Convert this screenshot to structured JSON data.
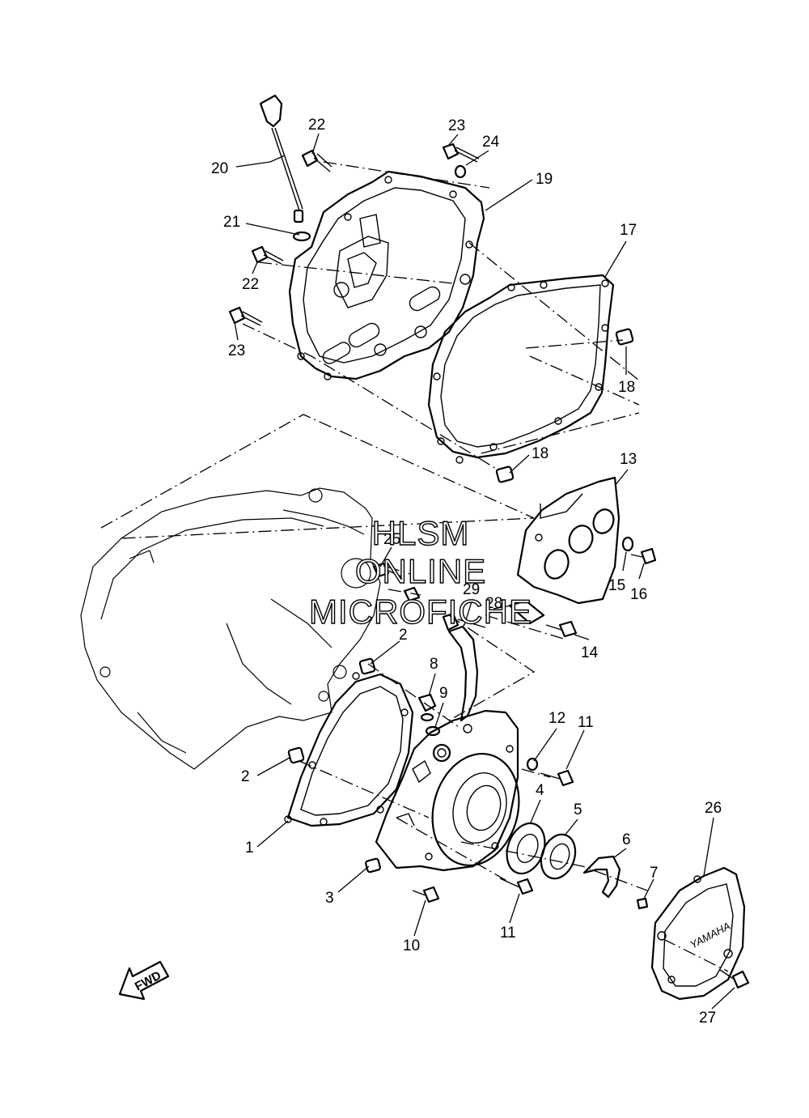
{
  "watermark": {
    "line1": "HLSM",
    "line2": "ONLINE",
    "line3": "MICROFICHE"
  },
  "direction_arrow": "FWD",
  "cover_brand": "YAMAHA",
  "callouts": [
    {
      "id": "c20",
      "label": "20"
    },
    {
      "id": "c22a",
      "label": "22"
    },
    {
      "id": "c23a",
      "label": "23"
    },
    {
      "id": "c24",
      "label": "24"
    },
    {
      "id": "c19",
      "label": "19"
    },
    {
      "id": "c21",
      "label": "21"
    },
    {
      "id": "c22b",
      "label": "22"
    },
    {
      "id": "c17",
      "label": "17"
    },
    {
      "id": "c23b",
      "label": "23"
    },
    {
      "id": "c18a",
      "label": "18"
    },
    {
      "id": "c18b",
      "label": "18"
    },
    {
      "id": "c13",
      "label": "13"
    },
    {
      "id": "c25",
      "label": "25"
    },
    {
      "id": "c15",
      "label": "15"
    },
    {
      "id": "c16",
      "label": "16"
    },
    {
      "id": "c29",
      "label": "29"
    },
    {
      "id": "c28",
      "label": "28"
    },
    {
      "id": "c14",
      "label": "14"
    },
    {
      "id": "c2a",
      "label": "2"
    },
    {
      "id": "c8",
      "label": "8"
    },
    {
      "id": "c9",
      "label": "9"
    },
    {
      "id": "c12",
      "label": "12"
    },
    {
      "id": "c11a",
      "label": "11"
    },
    {
      "id": "c2b",
      "label": "2"
    },
    {
      "id": "c4",
      "label": "4"
    },
    {
      "id": "c5",
      "label": "5"
    },
    {
      "id": "c26",
      "label": "26"
    },
    {
      "id": "c1",
      "label": "1"
    },
    {
      "id": "c6",
      "label": "6"
    },
    {
      "id": "c7",
      "label": "7"
    },
    {
      "id": "c3",
      "label": "3"
    },
    {
      "id": "c11b",
      "label": "11"
    },
    {
      "id": "c10",
      "label": "10"
    },
    {
      "id": "c27",
      "label": "27"
    }
  ]
}
